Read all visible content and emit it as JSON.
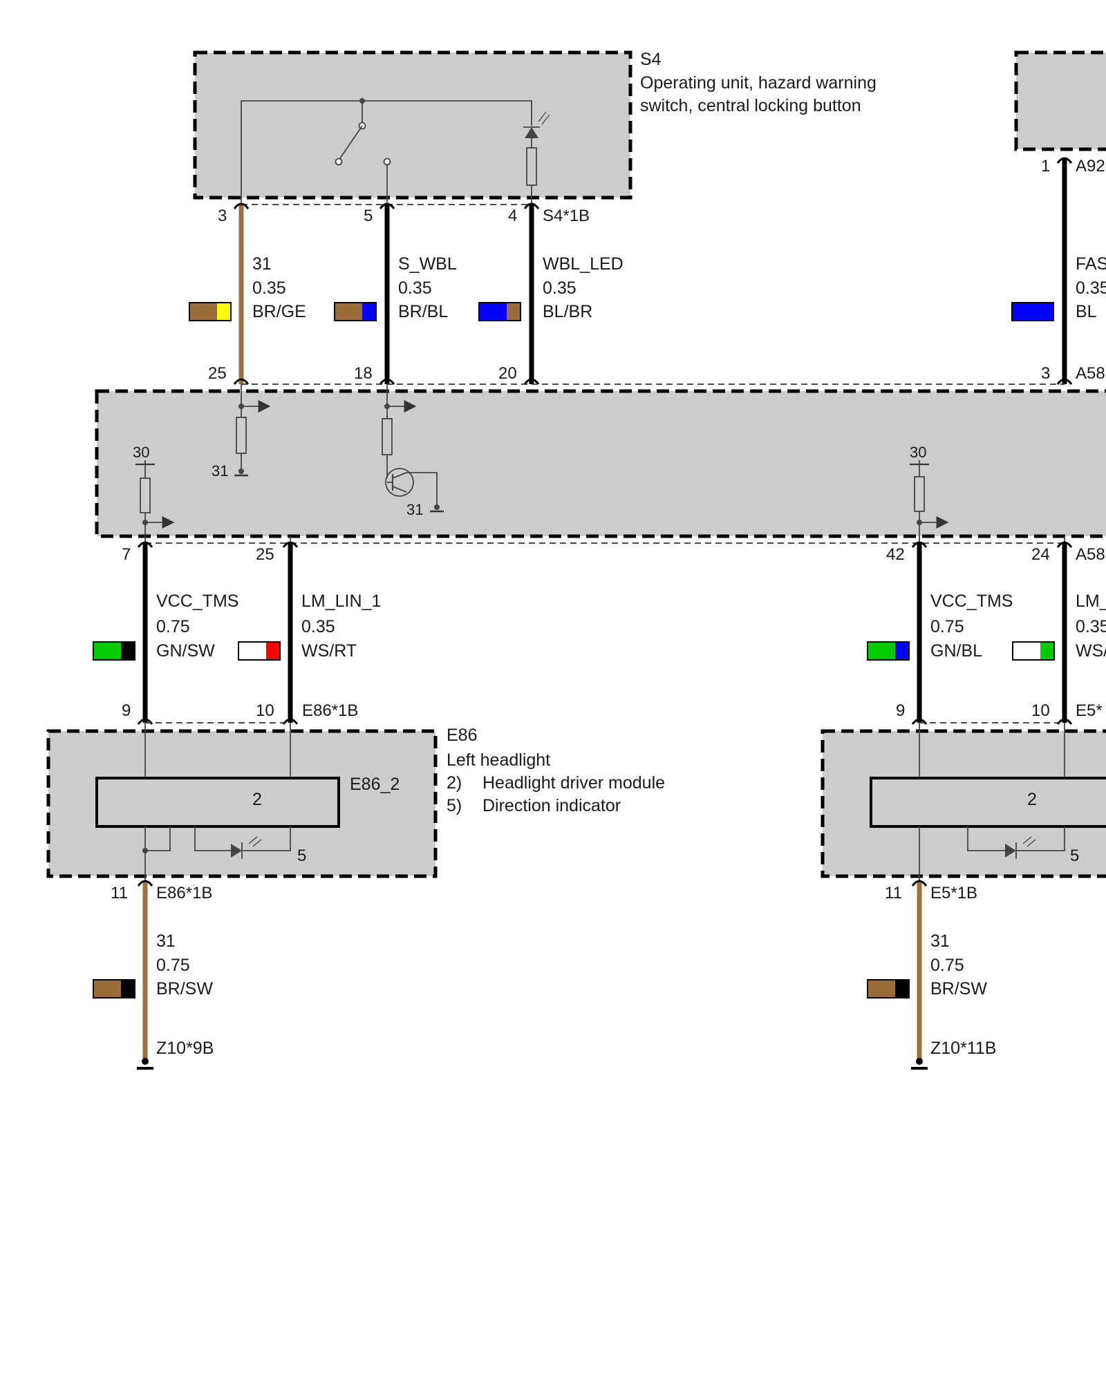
{
  "colors": {
    "brown": "#9b6b3a",
    "yellow": "#ffff00",
    "blue": "#0000ff",
    "green": "#00cc00",
    "black": "#000000",
    "white": "#ffffff",
    "red": "#ff0000",
    "module_fill": "#cccccc"
  },
  "s4": {
    "id": "S4",
    "desc_line1": "Operating unit, hazard warning",
    "desc_line2": "switch, central locking button",
    "connector": "S4*1B",
    "pins": [
      "3",
      "5",
      "4"
    ]
  },
  "a92": {
    "pin": "1",
    "connector": "A92"
  },
  "wires_top": [
    {
      "signal": "31",
      "size": "0.35",
      "color_code": "BR/GE",
      "colors": [
        "brown",
        "yellow"
      ]
    },
    {
      "signal": "S_WBL",
      "size": "0.35",
      "color_code": "BR/BL",
      "colors": [
        "brown",
        "blue"
      ]
    },
    {
      "signal": "WBL_LED",
      "size": "0.35",
      "color_code": "BL/BR",
      "colors": [
        "blue",
        "brown"
      ]
    },
    {
      "signal": "FAS",
      "size": "0.35",
      "color_code": "BL",
      "colors": [
        "blue"
      ]
    }
  ],
  "a58": {
    "connector_top": "A58",
    "connector_bottom": "A58",
    "top_pins": [
      "25",
      "18",
      "20",
      "3"
    ],
    "bottom_pins": [
      "7",
      "25",
      "42",
      "24"
    ],
    "internal": {
      "supply_left": "30",
      "supply_right": "30",
      "gnd_a": "31",
      "gnd_b": "31"
    }
  },
  "wires_mid": [
    {
      "signal": "VCC_TMS",
      "size": "0.75",
      "color_code": "GN/SW",
      "colors": [
        "green",
        "black"
      ]
    },
    {
      "signal": "LM_LIN_1",
      "size": "0.35",
      "color_code": "WS/RT",
      "colors": [
        "white",
        "red"
      ]
    },
    {
      "signal": "VCC_TMS",
      "size": "0.75",
      "color_code": "GN/BL",
      "colors": [
        "green",
        "blue"
      ]
    },
    {
      "signal": "LM_",
      "size": "0.35",
      "color_code": "WS/",
      "colors": [
        "white",
        "green"
      ]
    }
  ],
  "e86": {
    "id": "E86",
    "title": "Left headlight",
    "item2_num": "2)",
    "item2_text": "Headlight driver module",
    "item5_num": "5)",
    "item5_text": "Direction indicator",
    "connector_top": "E86*1B",
    "connector_bottom": "E86*1B",
    "pin_top_left": "9",
    "pin_top_right": "10",
    "pin_bottom": "11",
    "module": "E86_2",
    "module_num": "2",
    "led_num": "5"
  },
  "e5": {
    "connector_top": "E5*",
    "connector_bottom": "E5*1B",
    "pin_top_left": "9",
    "pin_top_right": "10",
    "pin_bottom": "11",
    "module_num": "2",
    "led_num": "5"
  },
  "wires_bottom": [
    {
      "signal": "31",
      "size": "0.75",
      "color_code": "BR/SW",
      "colors": [
        "brown",
        "black"
      ],
      "ground": "Z10*9B"
    },
    {
      "signal": "31",
      "size": "0.75",
      "color_code": "BR/SW",
      "colors": [
        "brown",
        "black"
      ],
      "ground": "Z10*11B"
    }
  ]
}
